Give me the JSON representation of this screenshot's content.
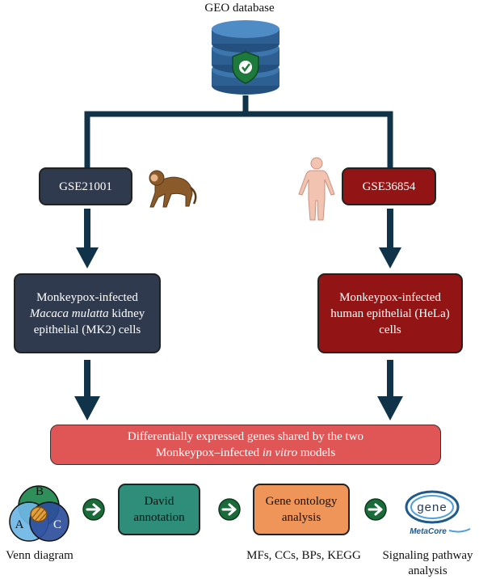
{
  "source": {
    "label": "GEO database",
    "icon": "database-shield-icon"
  },
  "datasets": [
    {
      "id": "GSE21001",
      "species_icon": "monkey-icon"
    },
    {
      "id": "GSE36854",
      "species_icon": "human-body-icon"
    }
  ],
  "models": {
    "left": {
      "line1": "Monkeypox-infected",
      "line2_italic": "Macaca mulatta",
      "line2_rest": " kidney",
      "line3": "epithelial (MK2) cells"
    },
    "right": {
      "line1": "Monkeypox-infected",
      "line2": "human epithelial (HeLa)",
      "line3": "cells"
    }
  },
  "shared": {
    "line1": "Differentially expressed genes shared by the two",
    "line2_a": "Monkeypox–infected ",
    "line2_italic": "in vitro",
    "line2_b": " models"
  },
  "pipeline": {
    "venn": {
      "label": "Venn diagram",
      "sets": [
        "A",
        "B",
        "C"
      ]
    },
    "david": {
      "line1": "David",
      "line2": "annotation"
    },
    "gene_ontology": {
      "line1": "Gene ontology",
      "line2": "analysis",
      "caption": "MFs, CCs, BPs, KEGG"
    },
    "metacore": {
      "logo_text": "gene",
      "brand": "MetaCore",
      "caption_line1": "Signaling pathway",
      "caption_line2": "analysis"
    }
  },
  "colors": {
    "connector": "#10334a",
    "navy_box": "#2f3a4e",
    "maroon_box": "#921414",
    "shared_box": "#e05555",
    "david_box": "#2f8e79",
    "go_box": "#f0955a",
    "step_arrow": "#1b6b3a",
    "database": "#2e5f93"
  }
}
